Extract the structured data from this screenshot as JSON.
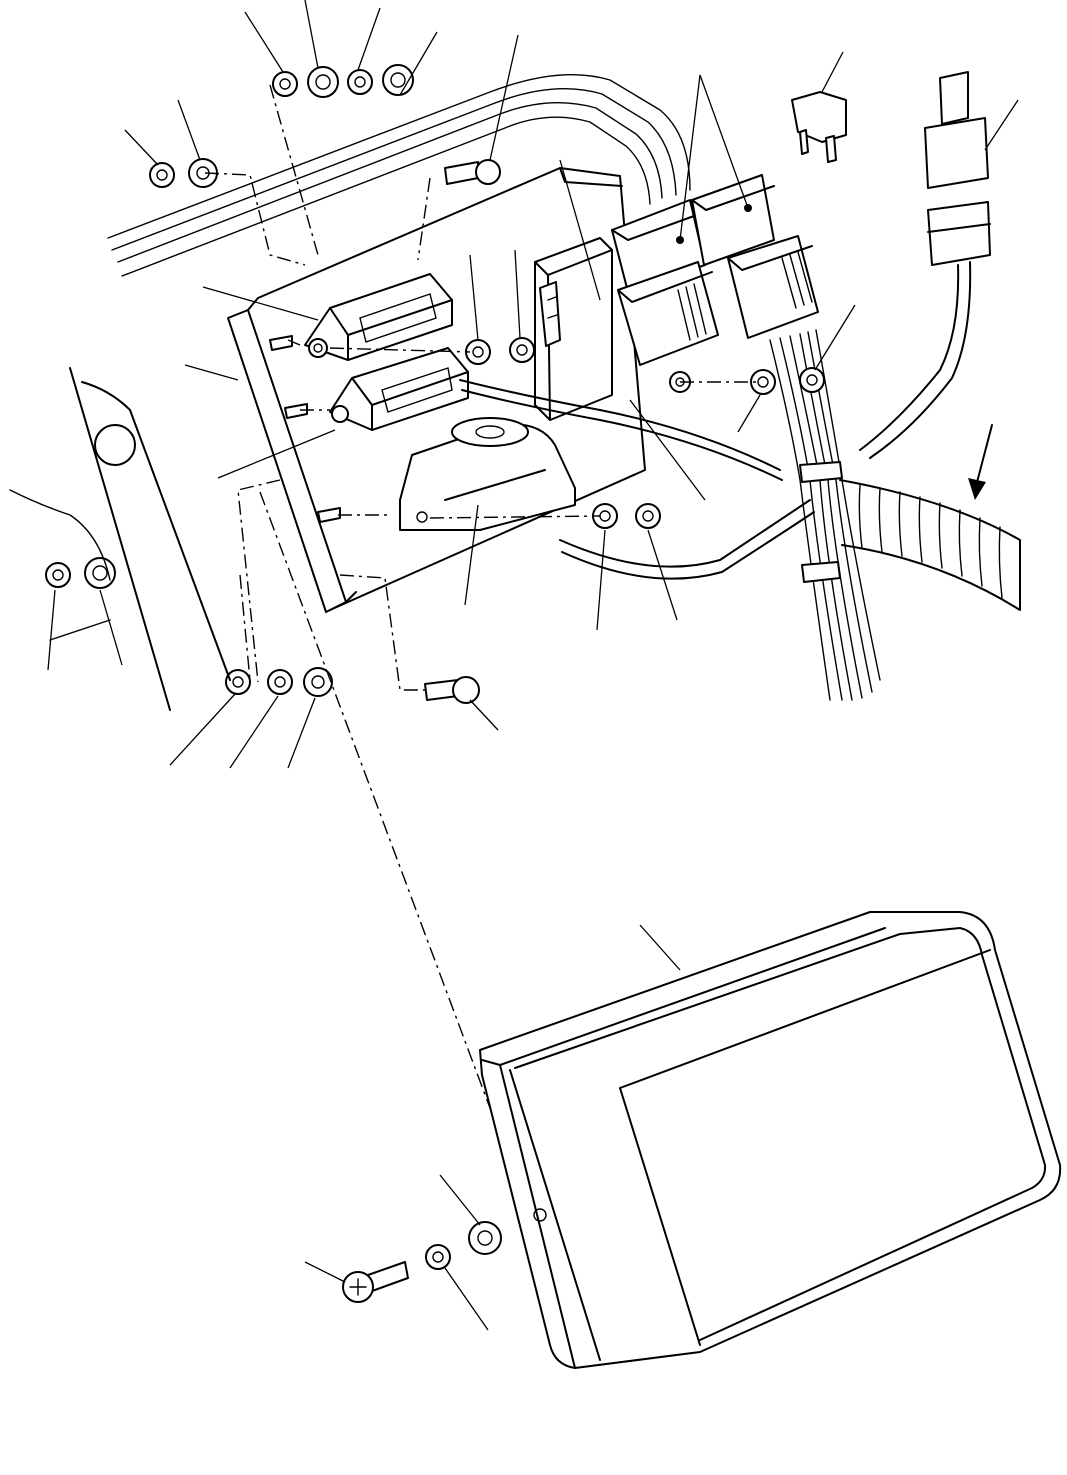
{
  "figure": {
    "type": "exploded parts diagram",
    "colors": {
      "line": "#000000",
      "background": "#ffffff"
    },
    "assemblies": [
      "mounting-panel",
      "relay-box",
      "relays",
      "fuse",
      "connector-pair",
      "wire-harness",
      "corrugated-tube",
      "buzzer",
      "flasher-units",
      "cover",
      "screw",
      "lock-washer",
      "flat-washer",
      "nuts",
      "bolts"
    ],
    "callout_labels": []
  }
}
